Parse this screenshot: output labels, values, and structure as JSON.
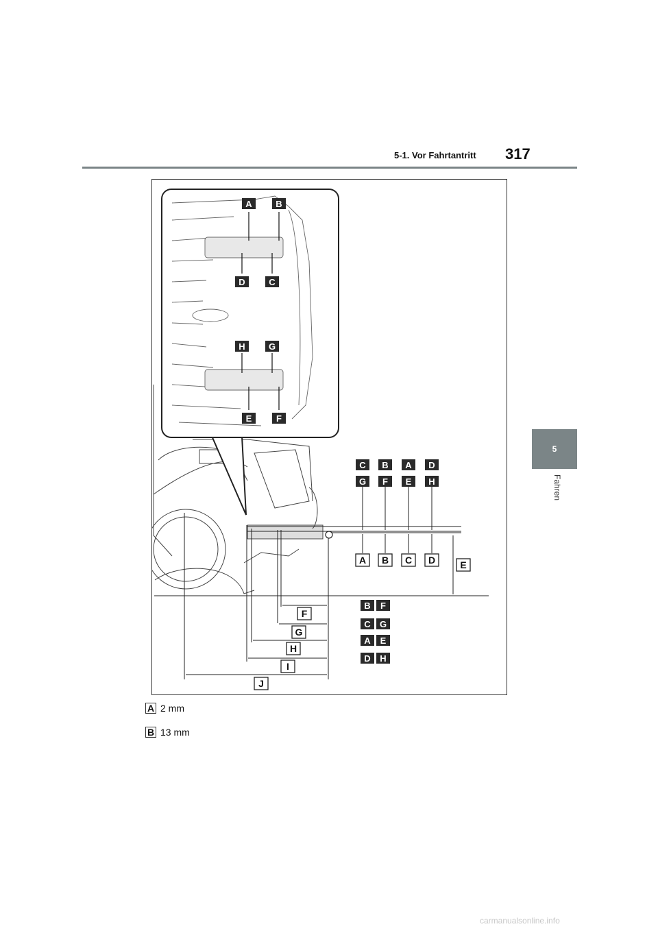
{
  "header": {
    "section": "5-1. Vor Fahrtantritt",
    "page_number": "317"
  },
  "side_tab": {
    "number": "5",
    "label": "Fahren"
  },
  "diagram": {
    "inset_top_labels": [
      "A",
      "B"
    ],
    "inset_mid_labels": [
      "D",
      "C"
    ],
    "inset_low_labels": [
      "H",
      "G"
    ],
    "inset_bottom_labels": [
      "E",
      "F"
    ],
    "upper_columns": [
      {
        "top": "C",
        "bottom": "G"
      },
      {
        "top": "B",
        "bottom": "F"
      },
      {
        "top": "A",
        "bottom": "E"
      },
      {
        "top": "D",
        "bottom": "H"
      }
    ],
    "height_labels": [
      "A",
      "B",
      "C",
      "D"
    ],
    "height_total_label": "E",
    "dimension_rows": [
      {
        "label": "F",
        "ref": [
          "B",
          "F"
        ]
      },
      {
        "label": "G",
        "ref": [
          "C",
          "G"
        ]
      },
      {
        "label": "H",
        "ref": [
          "A",
          "E"
        ]
      },
      {
        "label": "I",
        "ref": [
          "D",
          "H"
        ]
      },
      {
        "label": "J",
        "ref": []
      }
    ]
  },
  "legend": [
    {
      "key": "A",
      "value": "2 mm"
    },
    {
      "key": "B",
      "value": "13 mm"
    }
  ],
  "watermark": "carmanualsonline.info",
  "colors": {
    "header_rule": "#7b8587",
    "label_bg": "#2a2a2a"
  }
}
